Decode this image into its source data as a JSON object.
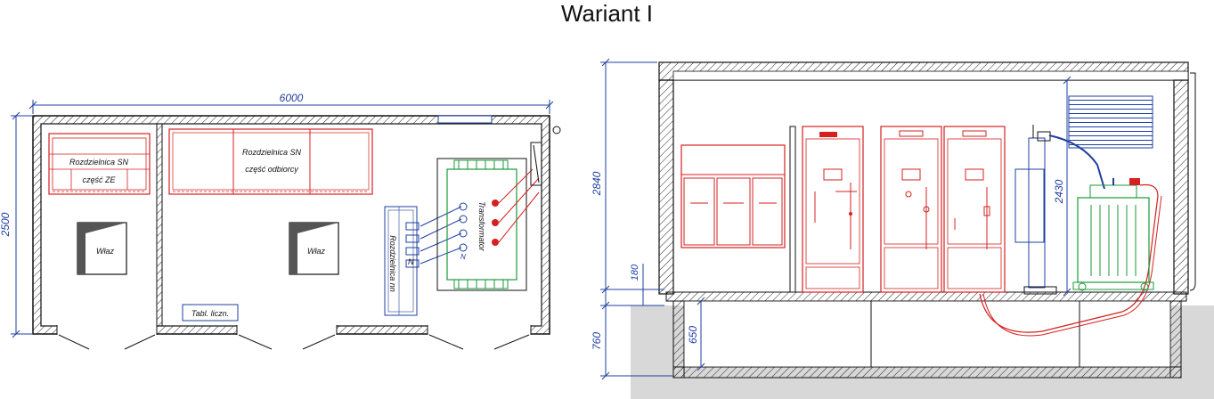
{
  "title": "Wariant  I",
  "plan": {
    "dim_width": "6000",
    "dim_height": "2500",
    "switchgear_ze_title": "Rozdzielnica SN",
    "switchgear_ze_sub": "część  ZE",
    "switchgear_rec_title": "Rozdzielnica SN",
    "switchgear_rec_sub": "część  odbiorcy",
    "hatch_left_label": "Właz",
    "hatch_right_label": "Właz",
    "lv_board_label": "Rozdzielnica nn",
    "lv_n_label": "N",
    "transformer_label": "Transformator",
    "transformer_n_label": "N",
    "meter_board_label": "Tabl. liczn."
  },
  "section": {
    "dim_total": "2840",
    "dim_plinth": "180",
    "dim_basement": "760",
    "dim_basement_inner": "650",
    "dim_inner_height": "2430"
  },
  "colors": {
    "wall": "#111111",
    "switchgear": "#d62020",
    "lv_board": "#1e3fa0",
    "transformer": "#1a9a3a",
    "dimension": "#1e3fa0",
    "ground": "#d8d8d8"
  }
}
